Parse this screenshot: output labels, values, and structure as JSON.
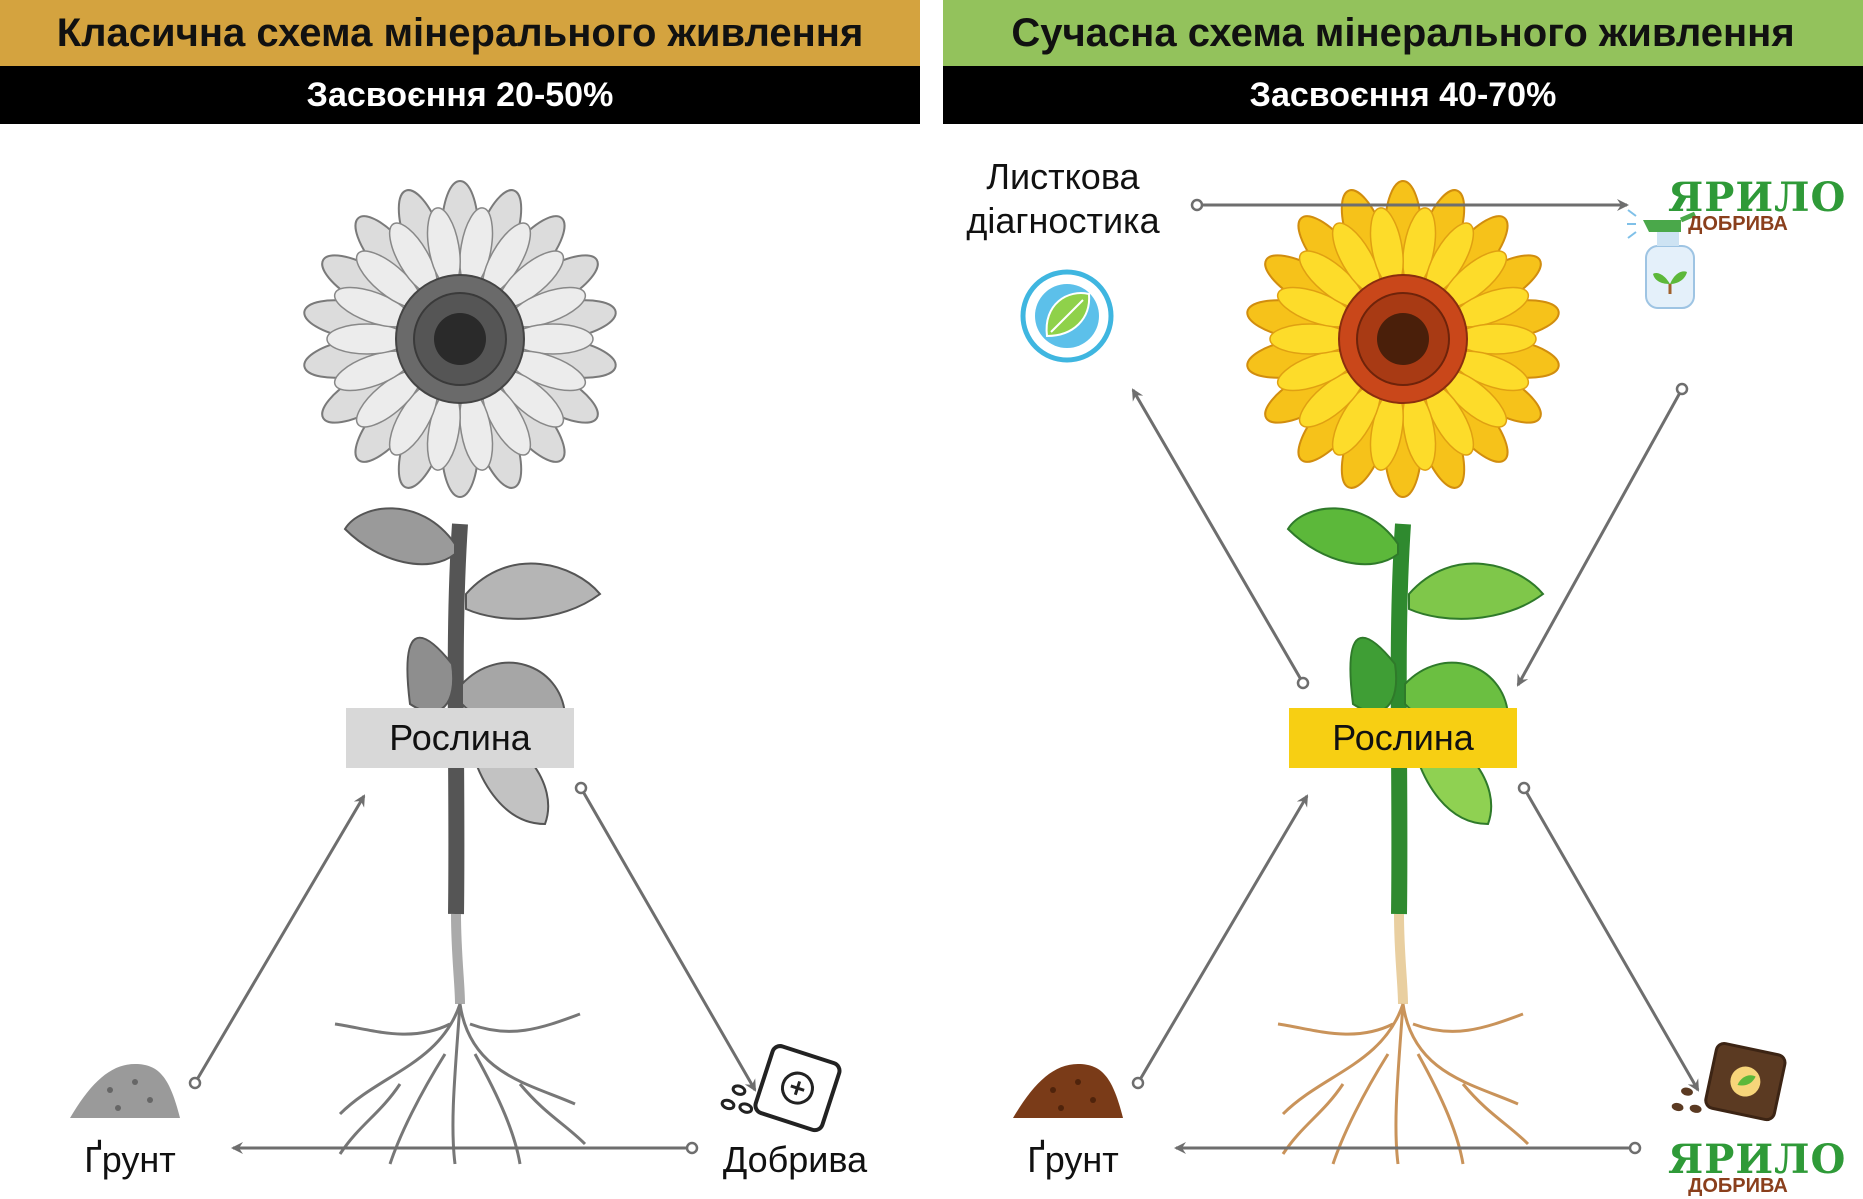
{
  "left": {
    "title": "Класична схема мінерального живлення",
    "subtitle": "Засвоєння 20-50%",
    "plant_label": "Рослина",
    "soil_label": "Ґрунт",
    "fertilizer_label": "Добрива",
    "header_color": "#d4a33f"
  },
  "right": {
    "title": "Сучасна схема мінерального живлення",
    "subtitle": "Засвоєння 40-70%",
    "plant_label": "Рослина",
    "soil_label": "Ґрунт",
    "leaf_diag_line1": "Листкова",
    "leaf_diag_line2": "діагностика",
    "brand_top": {
      "line1": "ЯРИЛО",
      "line2": "ДОБРИВА"
    },
    "brand_bottom": {
      "line1": "ЯРИЛО",
      "line2": "ДОБРИВА"
    },
    "header_color": "#93c25c"
  },
  "icons": [
    "sunflower-icon",
    "soil-pile-icon",
    "fertilizer-bag-icon",
    "leaf-icon",
    "spray-bottle-icon",
    "arrow-icon"
  ]
}
